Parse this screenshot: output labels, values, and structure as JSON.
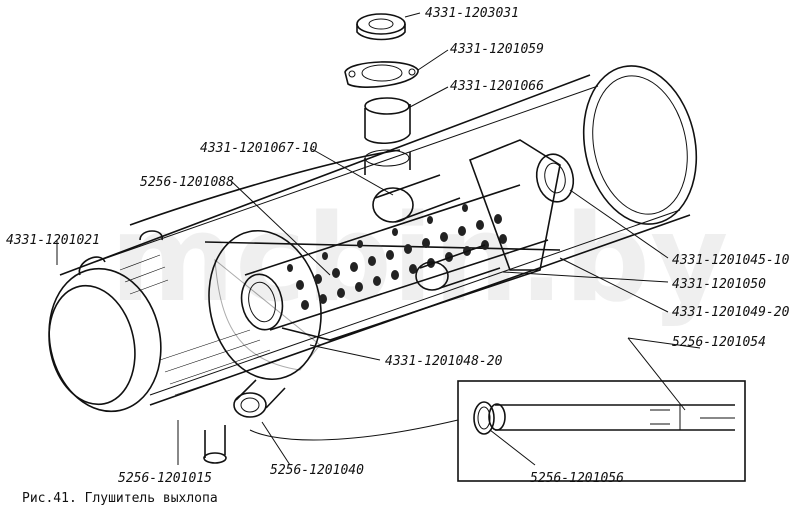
{
  "figure": {
    "caption": "Рис.41. Глушитель выхлопа",
    "watermark": "mcbin.by",
    "labels": [
      {
        "id": "4331-1203031",
        "text": "4331-1203031"
      },
      {
        "id": "4331-1201059",
        "text": "4331-1201059"
      },
      {
        "id": "4331-1201066",
        "text": "4331-1201066"
      },
      {
        "id": "4331-1201067-10",
        "text": "4331-1201067-10"
      },
      {
        "id": "5256-1201088",
        "text": "5256-1201088"
      },
      {
        "id": "4331-1201021",
        "text": "4331-1201021"
      },
      {
        "id": "4331-1201045-10",
        "text": "4331-1201045-10"
      },
      {
        "id": "4331-1201050",
        "text": "4331-1201050"
      },
      {
        "id": "4331-1201049-20",
        "text": "4331-1201049-20"
      },
      {
        "id": "4331-1201048-20",
        "text": "4331-1201048-20"
      },
      {
        "id": "5256-1201054",
        "text": "5256-1201054"
      },
      {
        "id": "5256-1201015",
        "text": "5256-1201015"
      },
      {
        "id": "5256-1201040",
        "text": "5256-1201040"
      },
      {
        "id": "5256-1201056",
        "text": "5256-1201056"
      }
    ]
  }
}
